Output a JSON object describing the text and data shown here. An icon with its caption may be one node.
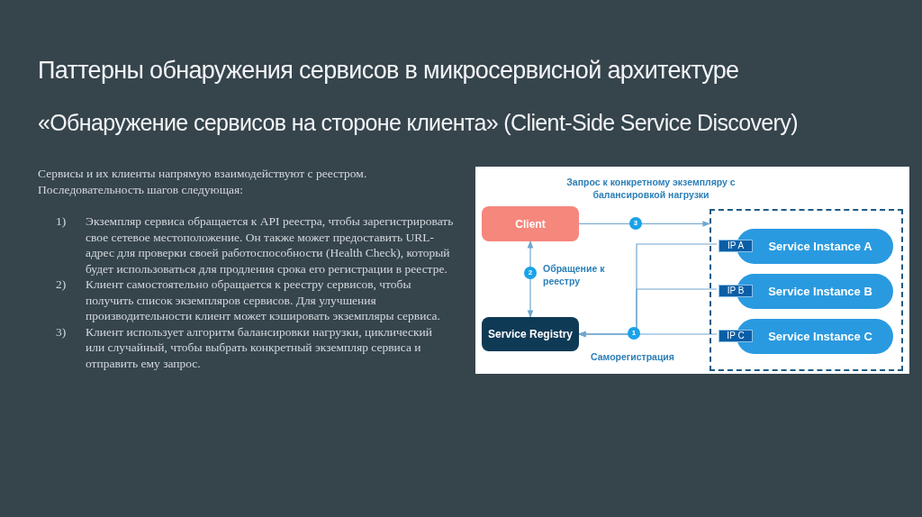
{
  "diagram": {
    "title": "Паттерны обнаружения сервисов в микросервисной архитектуре",
    "nodes": [
      {
        "text": [
          "Client"
        ]
      },
      {
        "text": [
          "Service Registry"
        ]
      },
      {
        "text": [],
        "shape": "box"
      },
      {
        "text": [
          "IP A"
        ],
        "in": 2
      },
      {
        "text": [
          "Service Instance A"
        ],
        "in": 2
      },
      {
        "text": [
          "IP B"
        ],
        "in": 2
      },
      {
        "text": [
          "Service Instance B"
        ],
        "in": 2
      },
      {
        "text": [
          "IP C"
        ],
        "in": 2
      },
      {
        "text": [
          "Service Instance C"
        ],
        "in": 2
      }
    ],
    "edges": [
      {
        "from": 0,
        "to": 2,
        "arrow": "to",
        "label": "3"
      },
      {
        "from": 0,
        "to": 1,
        "arrow": "both",
        "label": "2"
      },
      {
        "from": 3,
        "to": 1,
        "arrow": "to"
      },
      {
        "from": 5,
        "to": 1,
        "arrow": "to"
      },
      {
        "from": 7,
        "to": 1,
        "arrow": "to",
        "label": "1"
      }
    ],
    "labels": [
      "«Обнаружение сервисов на стороне клиента» (Client-Side Service Discovery)",
      "Сервисы и их клиенты напрямую взаимодействуют с реестром. Последовательность шагов следующая:",
      "1)",
      "Экземпляр сервиса обращается к API реестра, чтобы зарегистрировать свое сетевое местоположение. Он также может предоставить URL-адрес для проверки своей работоспособности (Health Check), который будет использоваться для продления срока его регистрации в реестре.",
      "2)",
      "Клиент самостоятельно обращается к реестру сервисов, чтобы получить список экземпляров сервисов. Для улучшения производительности клиент может кэшировать экземпляры сервиса.",
      "3)",
      "Клиент использует алгоритм балансировки нагрузки, циклический или случайный, чтобы выбрать конкретный экземпляр сервиса и отправить ему запрос.",
      "Запрос к конкретному экземпляру с балансировкой нагрузки",
      "Обращение к реестру",
      "Саморегистрация"
    ]
  }
}
